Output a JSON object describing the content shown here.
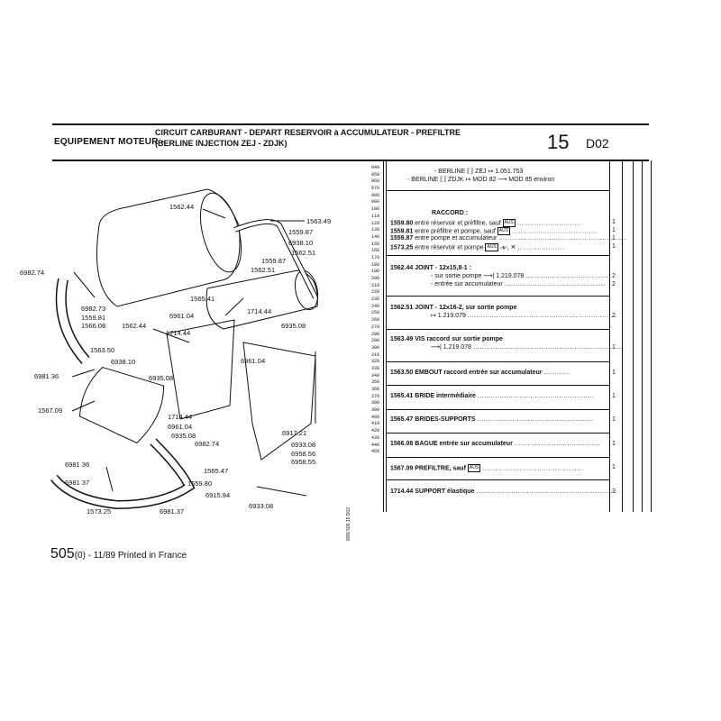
{
  "header": {
    "section": "EQUIPEMENT MOTEUR -",
    "title_line1": "CIRCUIT CARBURANT - DEPART RESERVOIR à ACCUMULATEUR - PREFILTRE",
    "title_line2": "(BERLINE INJECTION ZEJ - ZDJK)",
    "group_number": "15",
    "group_code": "D02"
  },
  "applicability": {
    "line1": "- BERLINE ⟦⟧ ZEJ ↦ 1.051.753",
    "line2": "- BERLINE ⟦⟧ ZDJK ↦ MOD 82 ⟶ MOD 85 environ"
  },
  "ref_numbers": [
    "040",
    "050",
    "060",
    "070",
    "080",
    "090",
    "100",
    "110",
    "120",
    "130",
    "140",
    "150",
    "160",
    "170",
    "180",
    "190",
    "200",
    "210",
    "220",
    "230",
    "240",
    "250",
    "260",
    "270",
    "280",
    "290",
    "300",
    "310",
    "320",
    "330",
    "340",
    "350",
    "360",
    "370",
    "380",
    "390",
    "400",
    "410",
    "420",
    "430",
    "440",
    "450"
  ],
  "parts": {
    "group_heading": "RACCORD :",
    "p1559_80": {
      "ref": "1559.80",
      "desc": "entre réservoir et préfiltre, sauf",
      "badge": "AUS",
      "qty": "1"
    },
    "p1559_81": {
      "ref": "1559.81",
      "desc": "entre préfiltre et pompe, sauf",
      "badge": "AUS",
      "qty": "1"
    },
    "p1559_87": {
      "ref": "1559.87",
      "desc": "entre pompe et accumulateur",
      "qty": "1"
    },
    "p1573_25": {
      "ref": "1573.25",
      "desc": "entre réservoir et pompe",
      "badge": "AUS",
      "qty": "1"
    },
    "p1562_44": {
      "ref": "1562.44",
      "desc": "JOINT - 12x15,8-1 :",
      "sub1": "- sur sortie pompe ⟶| 1.219.078",
      "qty1": "2",
      "sub2": "- entrée sur accumulateur",
      "qty2": "2"
    },
    "p1562_51": {
      "ref": "1562.51",
      "desc": "JOINT - 12x16-2, sur sortie pompe",
      "sub1": "↦ 1.219.079",
      "qty": "2"
    },
    "p1563_49": {
      "ref": "1563.49",
      "desc": "VIS raccord sur sortie pompe",
      "sub1": "⟶| 1.219.078",
      "qty": "1"
    },
    "p1563_50": {
      "ref": "1563.50",
      "desc": "EMBOUT raccord entrée sur accumulateur",
      "qty": "1"
    },
    "p1565_41": {
      "ref": "1565.41",
      "desc": "BRIDE intermédiaire",
      "qty": "1"
    },
    "p1565_47": {
      "ref": "1565.47",
      "desc": "BRIDES-SUPPORTS",
      "qty": "1"
    },
    "p1566_08": {
      "ref": "1566.08",
      "desc": "BAGUE entrée sur accumulateur",
      "qty": "1"
    },
    "p1567_09": {
      "ref": "1567.09",
      "desc": "PREFILTRE, sauf",
      "badge": "AUS",
      "qty": "1"
    },
    "p1714_44": {
      "ref": "1714.44",
      "desc": "SUPPORT élastique",
      "qty": "3"
    }
  },
  "diagram_labels": {
    "l1562_44_top": "1562.44",
    "l1563_49": "1563.49",
    "l1559_87": "1559.87",
    "l6938_10_top": "6938.10",
    "l1562_51": "1562.51",
    "l6982_74_left": "6982.74",
    "l1565_41": "1565.41",
    "l6982_73": "6982.73",
    "l1559_81": "1559.81",
    "l1566_08": "1566.08",
    "l1562_44_mid": "1562.44",
    "l6961_04_top": "6961.04",
    "l1714_44_top": "1714.44",
    "l1714_44_mid": "1714.44",
    "l6935_08_r": "6935.08",
    "l1563_50": "1563.50",
    "l6938_10_mid": "6938.10",
    "l6961_04_mid": "6961.04",
    "l6981_36_left": "6981 36",
    "l6935_08_mid": "6935.08",
    "l1567_09": "1567.09",
    "l1714_44_low": "1714.44",
    "l6961_04_low": "6961.04",
    "l6935_08_low": "6935.08",
    "l6982_74_low": "6982.74",
    "l6917_21": "6917.21",
    "l6933_08_r": "6933.08",
    "l6958_56": "6958.56",
    "l6958_55": "6958.55",
    "l1565_47": "1565.47",
    "l6981_36_low": "6981 36",
    "l6981_37_low": "6981 37",
    "l1559_80": "1559.80",
    "l6915_94": "6915.94",
    "l6933_08_bot": "6933.08",
    "l1573_25": "1573.25",
    "l6981_37_bot": "6981.37"
  },
  "footer": {
    "model": "505",
    "rest": "(0) - 11/89 Printed in France"
  },
  "vertical_code": "8/89  505 15 D02"
}
